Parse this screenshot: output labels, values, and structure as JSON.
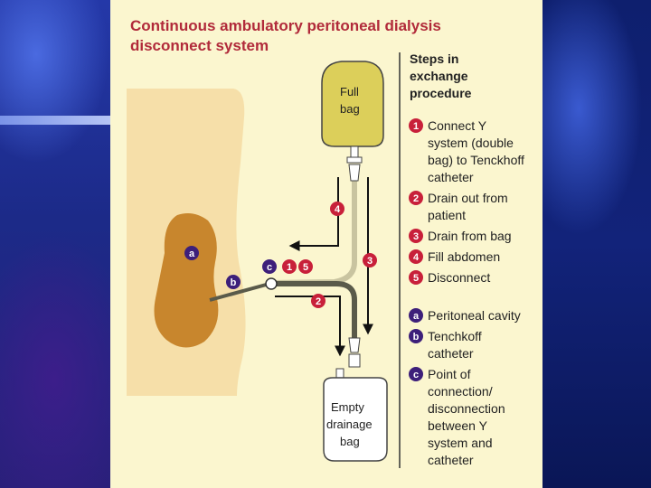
{
  "title_line1": "Continuous ambulatory peritoneal dialysis",
  "title_line2": "disconnect system",
  "full_bag": [
    "Full",
    "bag"
  ],
  "empty_bag": [
    "Empty",
    "drainage",
    "bag"
  ],
  "colors": {
    "title": "#b12a3a",
    "step_badge": "#c8203a",
    "part_badge": "#3d1f7a",
    "background_panel": "#fbf6cf",
    "body": "#f6dfa9",
    "cavity": "#c8862d",
    "full_bag": "#dccf5a"
  },
  "steps_heading": [
    "Steps in",
    "exchange",
    "procedure"
  ],
  "steps": [
    {
      "num": "1",
      "lines": [
        "Connect Y",
        "system (double",
        "bag) to Tenckhoff",
        "catheter"
      ]
    },
    {
      "num": "2",
      "lines": [
        "Drain out from",
        "patient"
      ]
    },
    {
      "num": "3",
      "lines": [
        "Drain from bag"
      ]
    },
    {
      "num": "4",
      "lines": [
        "Fill abdomen"
      ]
    },
    {
      "num": "5",
      "lines": [
        "Disconnect"
      ]
    }
  ],
  "parts": [
    {
      "letter": "a",
      "lines": [
        "Peritoneal cavity"
      ]
    },
    {
      "letter": "b",
      "lines": [
        "Tenchkoff",
        "catheter"
      ]
    },
    {
      "letter": "c",
      "lines": [
        "Point of",
        "connection/",
        "disconnection",
        "between Y",
        "system and",
        "catheter"
      ]
    }
  ],
  "diagram_labels": {
    "a": "a",
    "b": "b",
    "c": "c",
    "n1": "1",
    "n2": "2",
    "n3": "3",
    "n4": "4",
    "n5": "5"
  }
}
